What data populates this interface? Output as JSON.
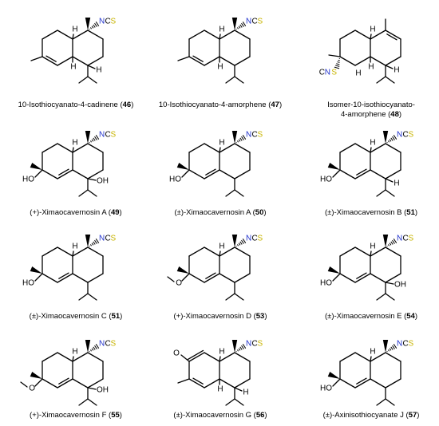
{
  "atoms": {
    "nitrogen": "N",
    "carbon": "C",
    "sulfur": "S",
    "hydrogen": "H",
    "oxygen": "O",
    "hydroxyl": "OH",
    "hydroxyl_left": "HO"
  },
  "colors": {
    "bond": "#000000",
    "text": "#000000",
    "nitrogen": "#2233cc",
    "sulfur": "#c8b400"
  },
  "compounds": [
    {
      "name": "10-Isothiocyanato-4-cadinene",
      "number": "46"
    },
    {
      "name": "10-Isothiocyanato-4-amorphene",
      "number": "47"
    },
    {
      "name_line1": "Isomer-10-isothiocyanato-",
      "name_line2": "4-amorphene",
      "number": "48"
    },
    {
      "name": "(+)-Ximaocavernosin A",
      "number": "49"
    },
    {
      "name": "(±)-Ximaocavernosin A",
      "number": "50"
    },
    {
      "name": "(±)-Ximaocavernosin B",
      "number": "51"
    },
    {
      "name": "(±)-Ximaocavernosin C",
      "number": "51"
    },
    {
      "name": "(+)-Ximaocavernosin D",
      "number": "53"
    },
    {
      "name": "(±)-Ximaocavernosin E",
      "number": "54"
    },
    {
      "name": "(+)-Ximaocavernosin F",
      "number": "55"
    },
    {
      "name": "(±)-Ximaocavernosin G",
      "number": "56"
    },
    {
      "name": "(±)-Axinisothiocyanate J",
      "number": "57"
    }
  ]
}
